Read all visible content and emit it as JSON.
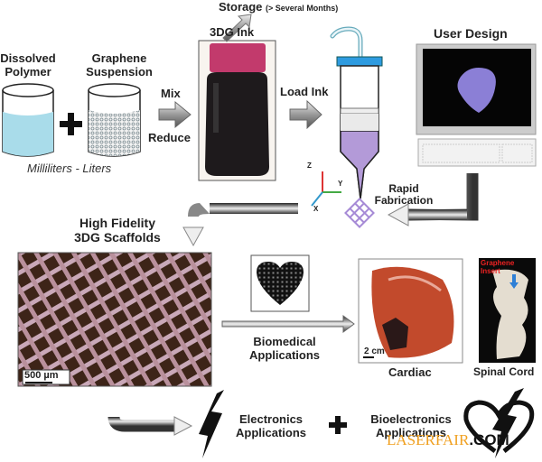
{
  "step1": {
    "polymer_label_1": "Dissolved",
    "polymer_label_2": "Polymer",
    "graphene_label_1": "Graphene",
    "graphene_label_2": "Suspension",
    "volume_note": "Milliliters - Liters",
    "plus": "+"
  },
  "step2": {
    "arrow_top": "Mix",
    "arrow_bottom": "Reduce",
    "ink_label": "3DG Ink",
    "storage_label": "Storage",
    "storage_note": "(> Several Months)"
  },
  "step3": {
    "load_label": "Load Ink",
    "axis_z": "Z",
    "axis_y": "Y",
    "axis_x": "X",
    "fab_label_1": "Rapid",
    "fab_label_2": "Fabrication"
  },
  "design": {
    "title": "User Design"
  },
  "scaffolds": {
    "title_1": "High Fidelity",
    "title_2": "3DG Scaffolds",
    "scale_bar": "500 µm"
  },
  "biomedical": {
    "label_1": "Biomedical",
    "label_2": "Applications",
    "cardiac_label": "Cardiac",
    "cardiac_scale": "2 cm",
    "spinal_label": "Spinal Cord",
    "insert_label_1": "Graphene",
    "insert_label_2": "Insert"
  },
  "electronics": {
    "label_1": "Electronics",
    "label_2": "Applications",
    "plus": "+",
    "bio_label_1": "Bioelectronics",
    "bio_label_2": "Applications"
  },
  "watermark": {
    "part1": "LASERFAIR",
    "part2": ".COM"
  },
  "colors": {
    "polymer_liquid": "#a9dcea",
    "syringe_ink": "#b39ad8",
    "syringe_cap": "#2e9be0",
    "jar_cap": "#c23a6c",
    "heart_model": "#8b7fd6",
    "cardiac_tissue": "#c24a2c",
    "watermark": "#f0a020"
  }
}
